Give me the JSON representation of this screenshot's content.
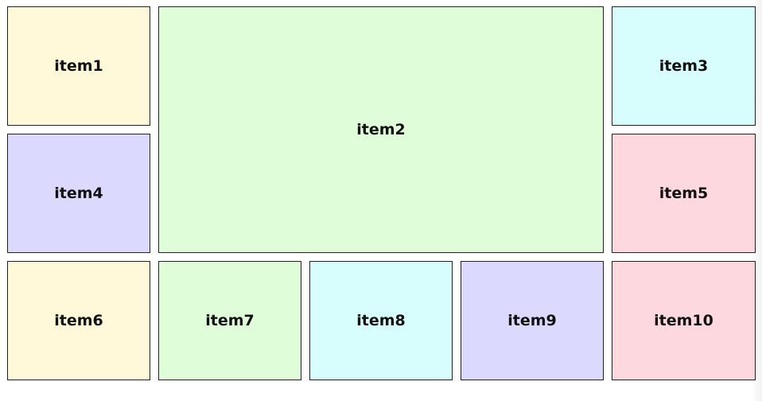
{
  "items": [
    {
      "label": "item1",
      "color": "#fff8d9"
    },
    {
      "label": "item2",
      "color": "#e0fdd9"
    },
    {
      "label": "item3",
      "color": "#d8fdfd"
    },
    {
      "label": "item4",
      "color": "#dbd9fd"
    },
    {
      "label": "item5",
      "color": "#fdd9df"
    },
    {
      "label": "item6",
      "color": "#fff8d9"
    },
    {
      "label": "item7",
      "color": "#e0fdd9"
    },
    {
      "label": "item8",
      "color": "#d8fdfd"
    },
    {
      "label": "item9",
      "color": "#dbd9fd"
    },
    {
      "label": "item10",
      "color": "#fdd9df"
    }
  ]
}
